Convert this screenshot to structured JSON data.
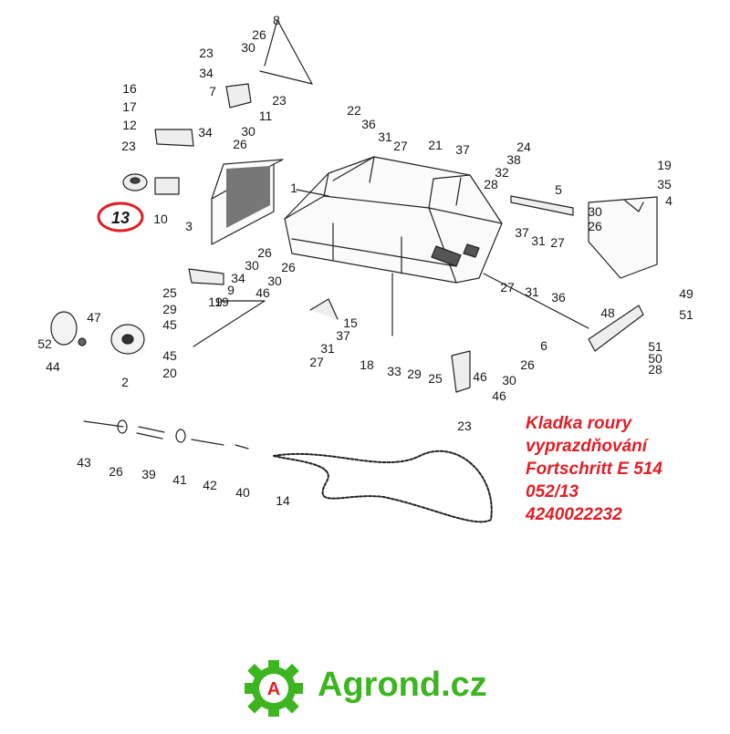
{
  "highlight": {
    "label": "13",
    "color": "#e01f26"
  },
  "callouts": [
    "8",
    "30",
    "26",
    "23",
    "34",
    "7",
    "16",
    "17",
    "12",
    "23",
    "34",
    "30",
    "26",
    "23",
    "11",
    "10",
    "3",
    "22",
    "36",
    "31",
    "27",
    "1",
    "21",
    "37",
    "24",
    "38",
    "32",
    "28",
    "19",
    "35",
    "5",
    "4",
    "30",
    "26",
    "37",
    "31",
    "27",
    "27",
    "31",
    "36",
    "26",
    "30",
    "34",
    "9",
    "19",
    "26",
    "30",
    "46",
    "15",
    "37",
    "31",
    "27",
    "25",
    "29",
    "45",
    "47",
    "52",
    "44",
    "45",
    "20",
    "2",
    "48",
    "49",
    "51",
    "51",
    "50",
    "28",
    "18",
    "33",
    "29",
    "25",
    "46",
    "6",
    "26",
    "30",
    "46",
    "23",
    "43",
    "26",
    "39",
    "41",
    "42",
    "40",
    "14",
    "19"
  ],
  "info": {
    "lines": [
      "Kladka roury",
      "vyprazdňování",
      "Fortschritt E 514",
      "052/13",
      "4240022232"
    ],
    "color": "#e01f26"
  },
  "brand": {
    "name": "Agrond.cz",
    "logo_letter": "A",
    "color": "#3cb521"
  }
}
